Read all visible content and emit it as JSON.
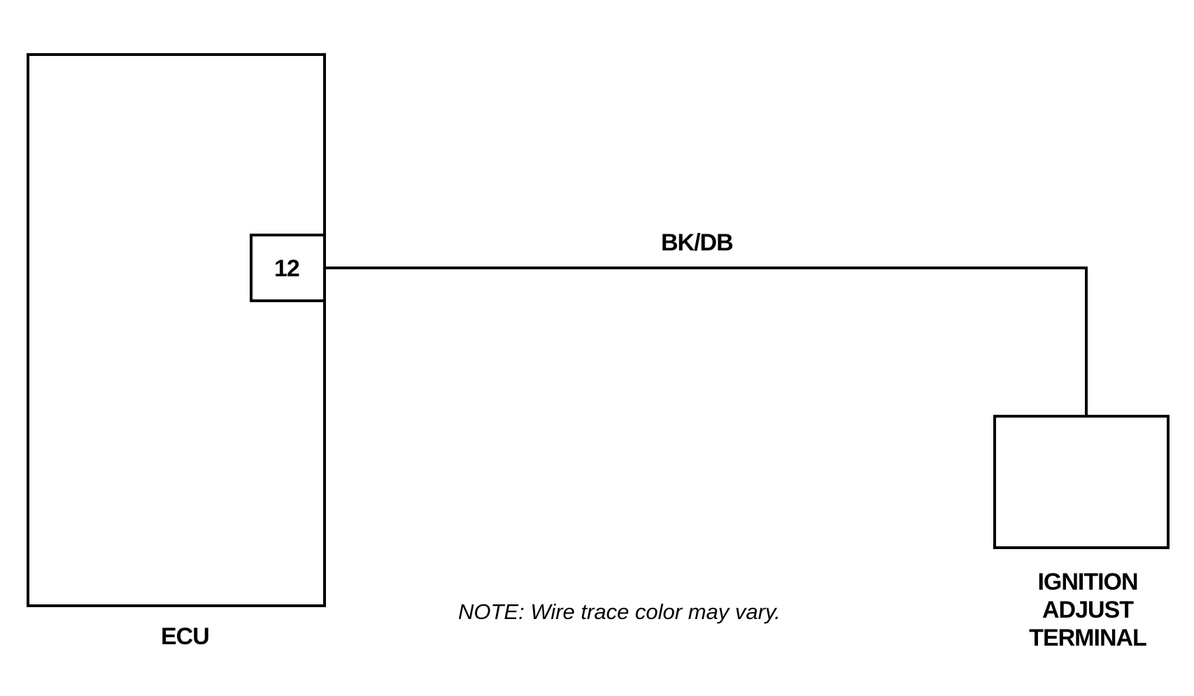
{
  "diagram": {
    "ecu_label": "ECU",
    "pin_label": "12",
    "wire_label": "BK/DB",
    "note": "NOTE: Wire trace color may vary.",
    "terminal_label_lines": [
      "IGNITION",
      "ADJUST",
      "TERMINAL"
    ]
  },
  "colors": {
    "line": "#000000",
    "background": "#ffffff"
  }
}
